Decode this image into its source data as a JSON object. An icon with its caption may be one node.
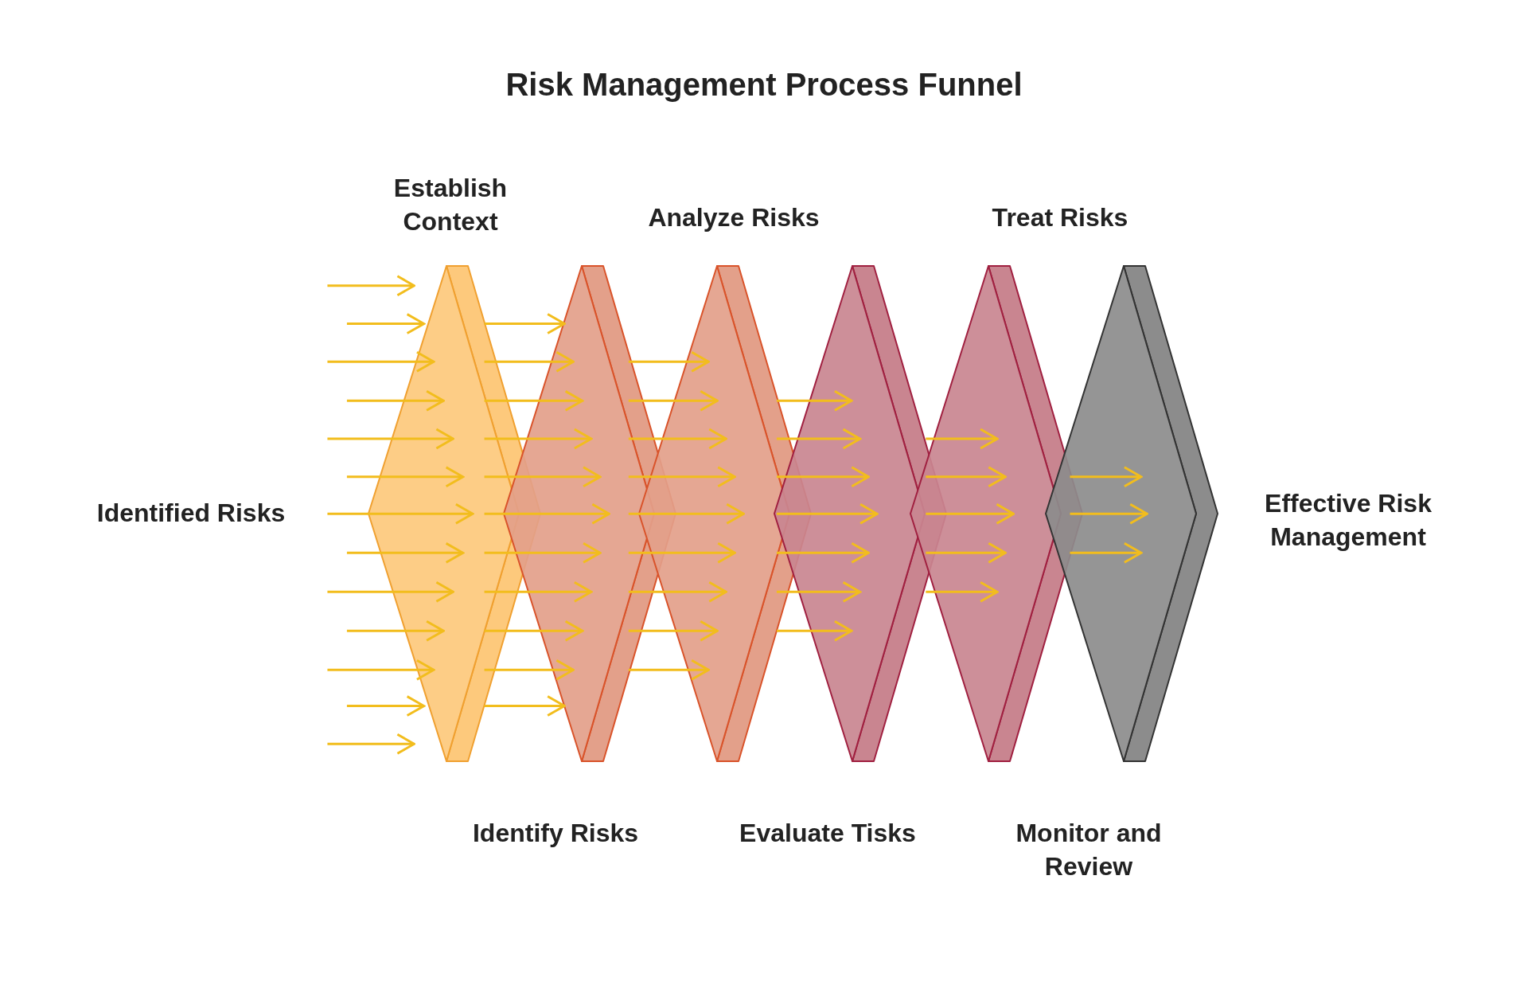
{
  "diagram": {
    "title": "Risk Management Process Funnel",
    "nodes": [
      {
        "text": [
          "Identified Risks"
        ]
      },
      {
        "text": [
          "Establish Context"
        ]
      },
      {
        "text": [
          "Identify Risks"
        ]
      },
      {
        "text": [
          "Analyze Risks"
        ]
      },
      {
        "text": [
          "Evaluate Tisks"
        ]
      },
      {
        "text": [
          "Treat Risks"
        ]
      },
      {
        "text": [
          "Monitor and Review"
        ]
      },
      {
        "text": [
          "Effective Risk Management"
        ]
      }
    ],
    "edges": [
      {
        "from": null,
        "to": 1,
        "arrow": "to"
      },
      {
        "from": null,
        "to": 1,
        "arrow": "to"
      },
      {
        "from": null,
        "to": 1,
        "arrow": "to"
      },
      {
        "from": null,
        "to": 1,
        "arrow": "to"
      },
      {
        "from": null,
        "to": 1,
        "arrow": "to"
      },
      {
        "from": null,
        "to": 1,
        "arrow": "to"
      },
      {
        "from": null,
        "to": 1,
        "arrow": "to"
      },
      {
        "from": null,
        "to": 1,
        "arrow": "to"
      },
      {
        "from": null,
        "to": 1,
        "arrow": "to"
      },
      {
        "from": null,
        "to": 1,
        "arrow": "to"
      },
      {
        "from": null,
        "to": 1,
        "arrow": "to"
      },
      {
        "from": null,
        "to": 1,
        "arrow": "to"
      },
      {
        "from": null,
        "to": 1,
        "arrow": "to"
      },
      {
        "from": 1,
        "to": 2,
        "arrow": "to"
      },
      {
        "from": 1,
        "to": 2,
        "arrow": "to"
      },
      {
        "from": 1,
        "to": 2,
        "arrow": "to"
      },
      {
        "from": 1,
        "to": 2,
        "arrow": "to"
      },
      {
        "from": 1,
        "to": 2,
        "arrow": "to"
      },
      {
        "from": 1,
        "to": 2,
        "arrow": "to"
      },
      {
        "from": 1,
        "to": 2,
        "arrow": "to"
      },
      {
        "from": 1,
        "to": 2,
        "arrow": "to"
      },
      {
        "from": 1,
        "to": 2,
        "arrow": "to"
      },
      {
        "from": 1,
        "to": 2,
        "arrow": "to"
      },
      {
        "from": 1,
        "to": 2,
        "arrow": "to"
      },
      {
        "from": 2,
        "to": 3,
        "arrow": "to"
      },
      {
        "from": 2,
        "to": 3,
        "arrow": "to"
      },
      {
        "from": 2,
        "to": 3,
        "arrow": "to"
      },
      {
        "from": 2,
        "to": 3,
        "arrow": "to"
      },
      {
        "from": 2,
        "to": 3,
        "arrow": "to"
      },
      {
        "from": 2,
        "to": 3,
        "arrow": "to"
      },
      {
        "from": 2,
        "to": 3,
        "arrow": "to"
      },
      {
        "from": 2,
        "to": 3,
        "arrow": "to"
      },
      {
        "from": 2,
        "to": 3,
        "arrow": "to"
      },
      {
        "from": 3,
        "to": 4,
        "arrow": "to"
      },
      {
        "from": 3,
        "to": 4,
        "arrow": "to"
      },
      {
        "from": 3,
        "to": 4,
        "arrow": "to"
      },
      {
        "from": 3,
        "to": 4,
        "arrow": "to"
      },
      {
        "from": 3,
        "to": 4,
        "arrow": "to"
      },
      {
        "from": 3,
        "to": 4,
        "arrow": "to"
      },
      {
        "from": 3,
        "to": 4,
        "arrow": "to"
      },
      {
        "from": 4,
        "to": 5,
        "arrow": "to"
      },
      {
        "from": 4,
        "to": 5,
        "arrow": "to"
      },
      {
        "from": 4,
        "to": 5,
        "arrow": "to"
      },
      {
        "from": 4,
        "to": 5,
        "arrow": "to"
      },
      {
        "from": 4,
        "to": 5,
        "arrow": "to"
      },
      {
        "from": 5,
        "to": 6,
        "arrow": "to"
      },
      {
        "from": 5,
        "to": 6,
        "arrow": "to"
      },
      {
        "from": 5,
        "to": 6,
        "arrow": "to"
      }
    ]
  }
}
